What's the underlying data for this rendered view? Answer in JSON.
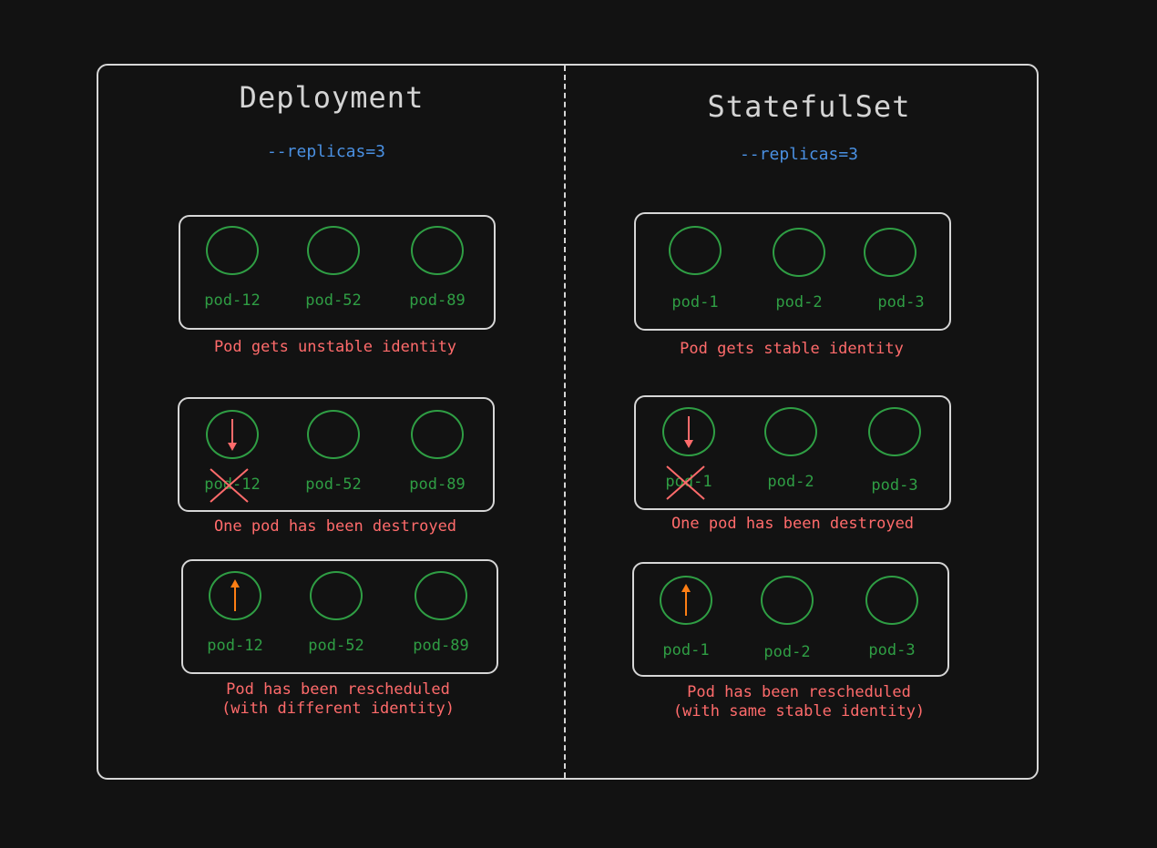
{
  "colors": {
    "background": "#121212",
    "border": "#d6d6d6",
    "pod": "#2f9e44",
    "caption": "#ff6b6b",
    "replicas": "#4a90e2",
    "arrow": "#fd7e14"
  },
  "deployment": {
    "title": "Deployment",
    "replicas": "--replicas=3",
    "rows": [
      {
        "pods": [
          "pod-12",
          "pod-52",
          "pod-89"
        ],
        "caption": "Pod gets unstable identity"
      },
      {
        "pods": [
          "pod-12",
          "pod-52",
          "pod-89"
        ],
        "caption": "One pod has been destroyed"
      },
      {
        "pods": [
          "pod-12",
          "pod-52",
          "pod-89"
        ],
        "caption_line1": "Pod has been rescheduled",
        "caption_line2": "(with different identity)"
      }
    ]
  },
  "statefulset": {
    "title": "StatefulSet",
    "replicas": "--replicas=3",
    "rows": [
      {
        "pods": [
          "pod-1",
          "pod-2",
          "pod-3"
        ],
        "caption": "Pod gets stable identity"
      },
      {
        "pods": [
          "pod-1",
          "pod-2",
          "pod-3"
        ],
        "caption": "One pod has been destroyed"
      },
      {
        "pods": [
          "pod-1",
          "pod-2",
          "pod-3"
        ],
        "caption_line1": "Pod has been rescheduled",
        "caption_line2": "(with same stable identity)"
      }
    ]
  }
}
